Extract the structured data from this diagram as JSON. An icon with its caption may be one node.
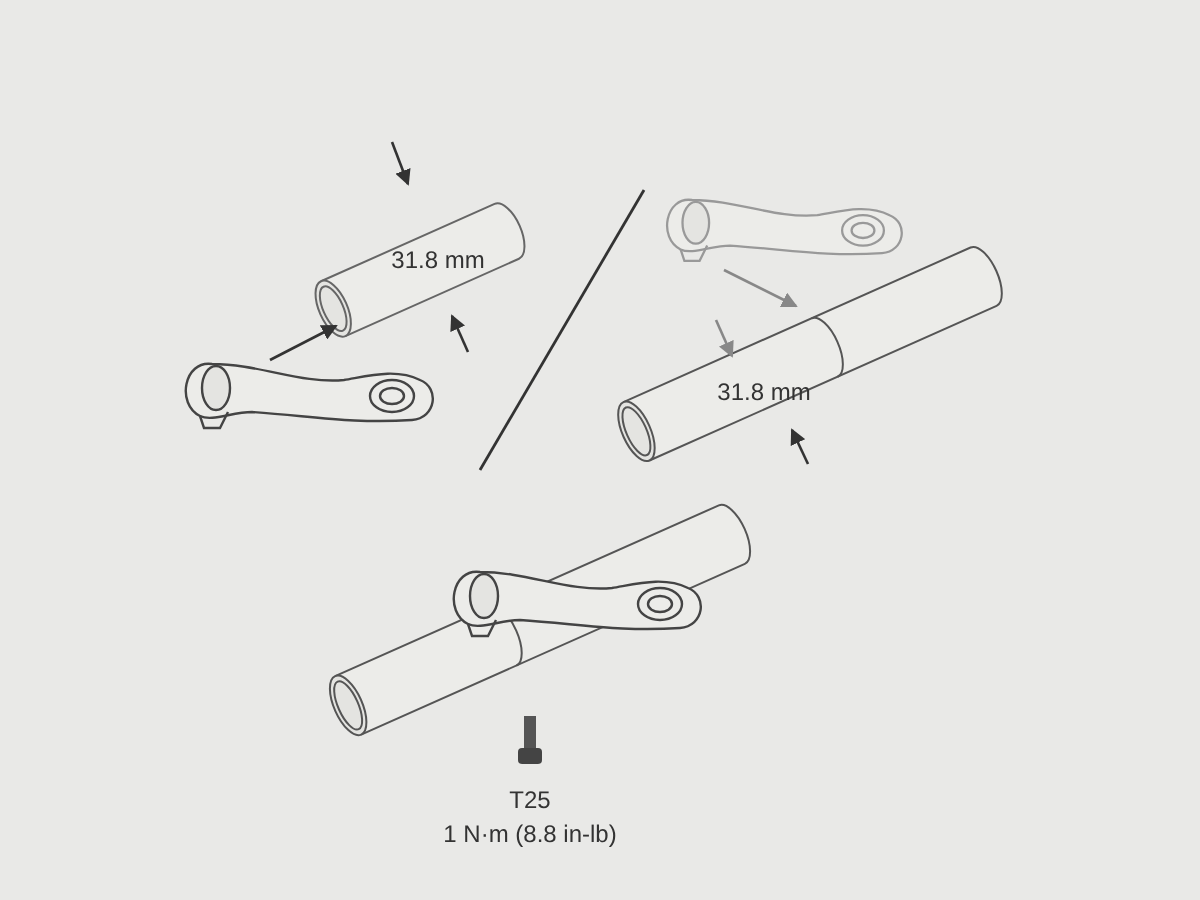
{
  "diagram": {
    "labels": [
      "31.8 mm",
      "31.8 mm",
      "T25",
      "1 N·m (8.8 in-lb)"
    ]
  }
}
